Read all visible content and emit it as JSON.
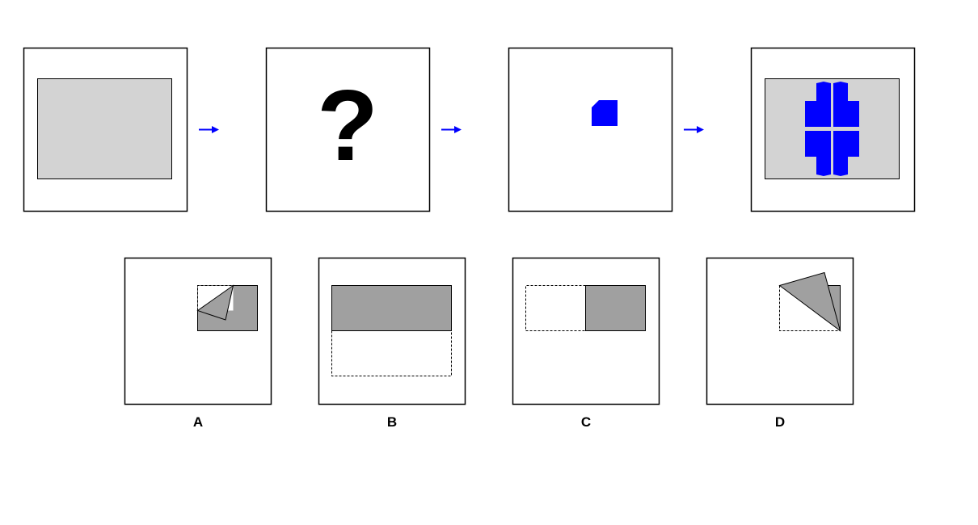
{
  "puzzle": {
    "sequence": [
      {
        "kind": "gray-sheet"
      },
      {
        "kind": "question",
        "text": "?"
      },
      {
        "kind": "punched-shape"
      },
      {
        "kind": "unfolded-result"
      }
    ],
    "options": [
      {
        "label": "A"
      },
      {
        "label": "B"
      },
      {
        "label": "C"
      },
      {
        "label": "D"
      }
    ]
  },
  "colors": {
    "sheet_fill": "#d3d3d3",
    "fold_fill": "#a0a0a0",
    "punch_fill": "#0000ff",
    "arrow": "#0000ff",
    "border": "#000000"
  },
  "icons": {
    "arrow": "arrow-right-icon",
    "question": "question-mark"
  }
}
